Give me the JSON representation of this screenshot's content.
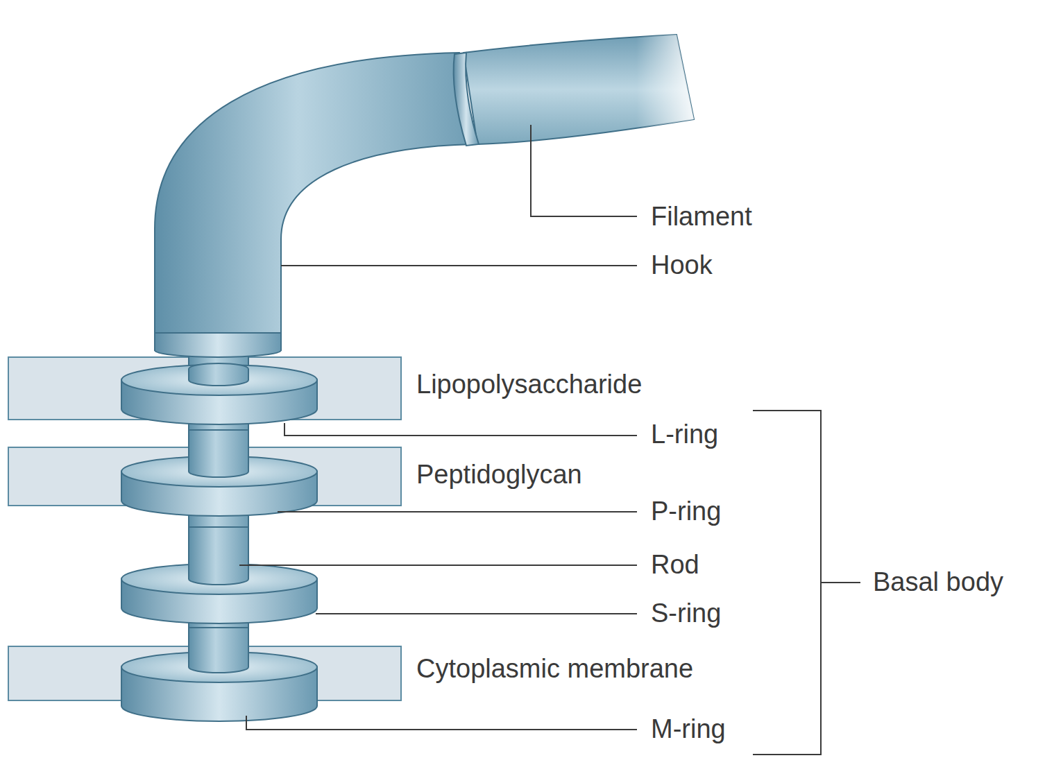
{
  "diagram": {
    "labels": [
      "Filament",
      "Hook",
      "Lipopolysaccharide",
      "L-ring",
      "Peptidoglycan",
      "P-ring",
      "Rod",
      "Basal body",
      "S-ring",
      "Cytoplasmic membrane",
      "M-ring"
    ]
  }
}
